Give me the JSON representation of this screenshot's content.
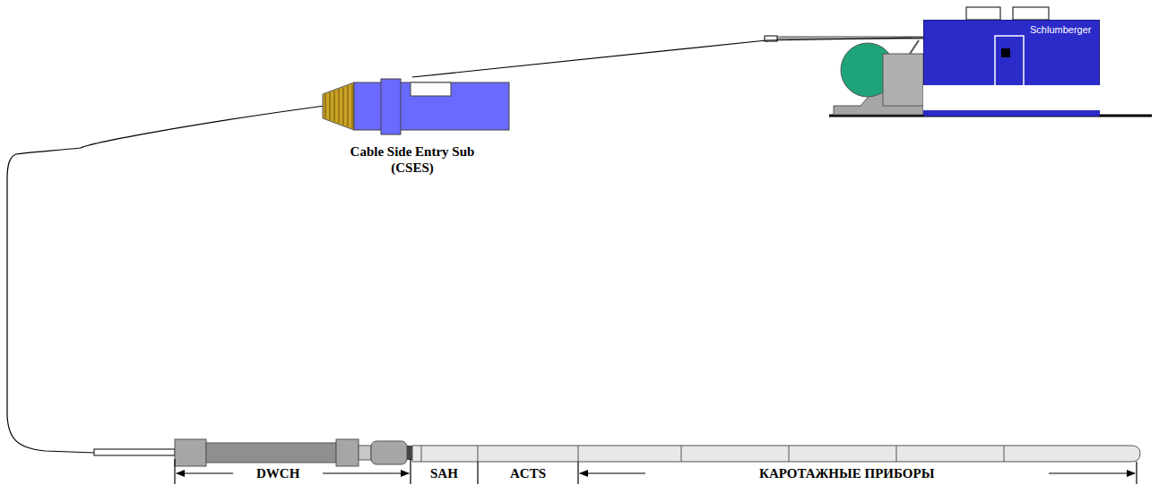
{
  "diagram": {
    "nodes": [
      {
        "text": [
          "Schlumberger"
        ]
      },
      {
        "text": [
          "Cable Side Entry Sub (CSES)"
        ]
      }
    ],
    "edges": [
      {
        "from": 0,
        "to": 1,
        "arrow": "none"
      }
    ],
    "labels": [
      "DWCH",
      "SAH",
      "ACTS",
      "КАРОТАЖНЫЕ ПРИБОРЫ"
    ]
  }
}
